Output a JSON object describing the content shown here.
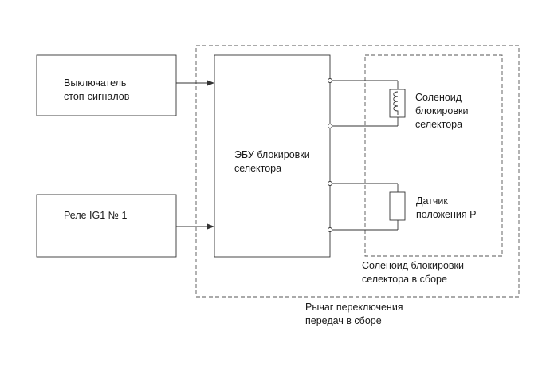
{
  "brake_switch": {
    "line1": "Выключатель",
    "line2": "стоп-сигналов"
  },
  "ig1_relay": {
    "line1": "Реле IG1 № 1"
  },
  "ecu": {
    "line1": "ЭБУ блокировки",
    "line2": "селектора"
  },
  "solenoid": {
    "line1": "Соленоид",
    "line2": "блокировки",
    "line3": "селектора"
  },
  "p_sensor": {
    "line1": "Датчик",
    "line2": "положения P"
  },
  "solenoid_assembly": {
    "line1": "Соленоид блокировки",
    "line2": "селектора в сборе"
  },
  "shift_lever_assembly": {
    "line1": "Рычаг переключения",
    "line2": "передач в сборе"
  }
}
